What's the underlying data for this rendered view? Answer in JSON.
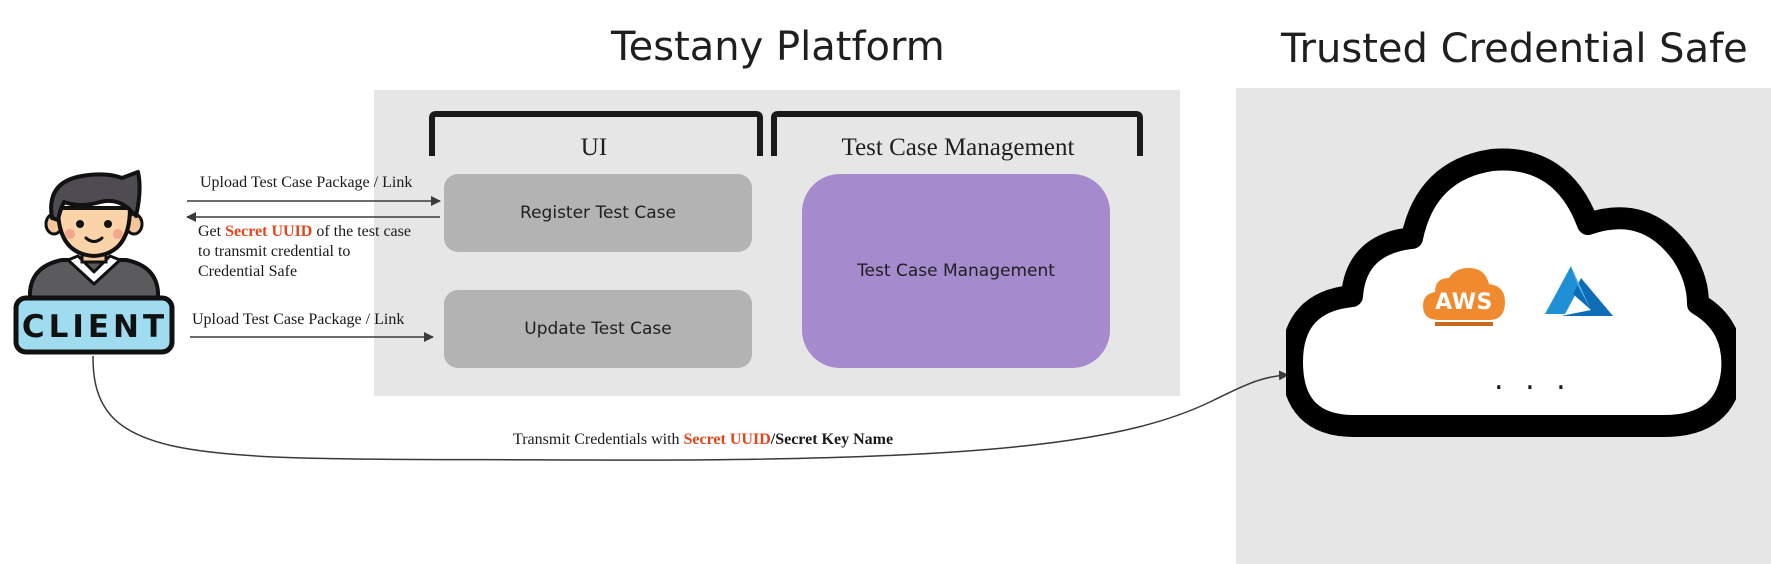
{
  "platform": {
    "title": "Testany Platform",
    "ui_group": "UI",
    "tcm_group": "Test Case Management",
    "register_box": "Register Test Case",
    "update_box": "Update Test Case",
    "tcm_box": "Test Case Management"
  },
  "safe": {
    "title": "Trusted Credential Safe",
    "aws_label": "AWS",
    "more": ". . ."
  },
  "client": {
    "label": "CLIENT"
  },
  "arrows": {
    "upload_register": "Upload Test Case Package / Link",
    "get_prefix": "Get ",
    "get_secret": "Secret UUID",
    "get_suffix": " of the test case",
    "get_line2": "to transmit credential to",
    "get_line3": "Credential Safe",
    "upload_update": "Upload Test Case Package / Link",
    "transmit_prefix": "Transmit Credentials with ",
    "transmit_secret": "Secret UUID",
    "transmit_suffix": "/Secret Key Name"
  },
  "colors": {
    "highlight": "#e2471c",
    "purple_box": "#a58acd",
    "gray_box": "#b3b3b3",
    "panel": "#e6e6e6",
    "aws_orange": "#f08a2e",
    "azure_blue": "#1f8fd6"
  },
  "icons": [
    "client-avatar-icon",
    "cloud-icon",
    "aws-logo-icon",
    "azure-logo-icon"
  ]
}
